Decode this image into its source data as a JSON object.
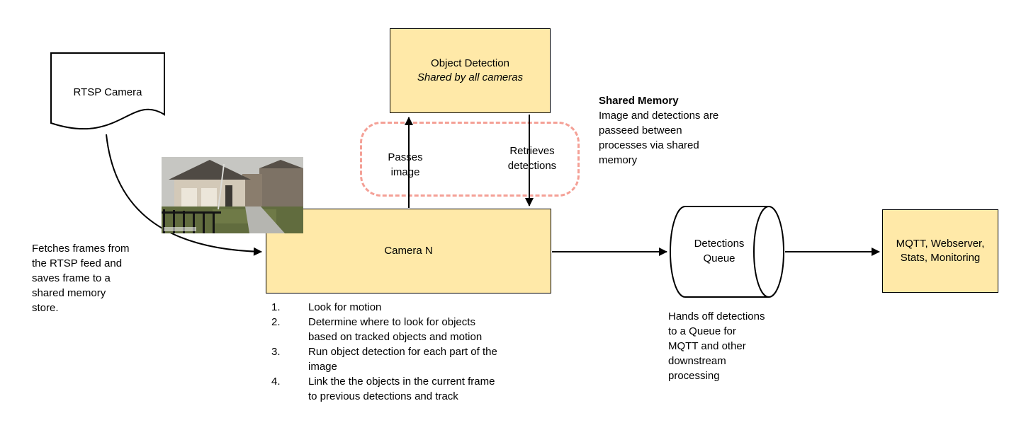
{
  "diagram": {
    "nodes": {
      "rtsp_camera": {
        "label": "RTSP Camera"
      },
      "object_detection": {
        "title": "Object Detection",
        "subtitle": "Shared by all cameras"
      },
      "camera_n": {
        "label": "Camera N"
      },
      "detections_queue": {
        "label": "Detections\nQueue"
      },
      "outputs": {
        "label": "MQTT, Webserver,\nStats, Monitoring"
      }
    },
    "edges": {
      "passes_image": "Passes\nimage",
      "retrieves_detections": "Retrieves\ndetections"
    },
    "notes": {
      "shared_memory_title": "Shared Memory",
      "shared_memory_body": "Image and detections are\npasseed between\nprocesses via shared\nmemory",
      "fetch_note": "Fetches frames from\nthe RTSP feed and\nsaves frame to a\nshared memory\nstore.",
      "handoff_note": "Hands off detections\nto a Queue for\nMQTT and other\ndownstream\nprocessing"
    },
    "camera_steps": [
      "Look for motion",
      "Determine where to look for objects\nbased on tracked objects and motion",
      "Run object detection for each part of the\nimage",
      "Link the the objects in the current frame\nto previous detections and track"
    ],
    "camera_snapshot_alt": "RTSP camera frame snapshot",
    "colors": {
      "node_fill": "#FFE9A8",
      "node_border": "#000000",
      "shared_memory_dash": "#F4A096",
      "arrow": "#000000"
    }
  }
}
